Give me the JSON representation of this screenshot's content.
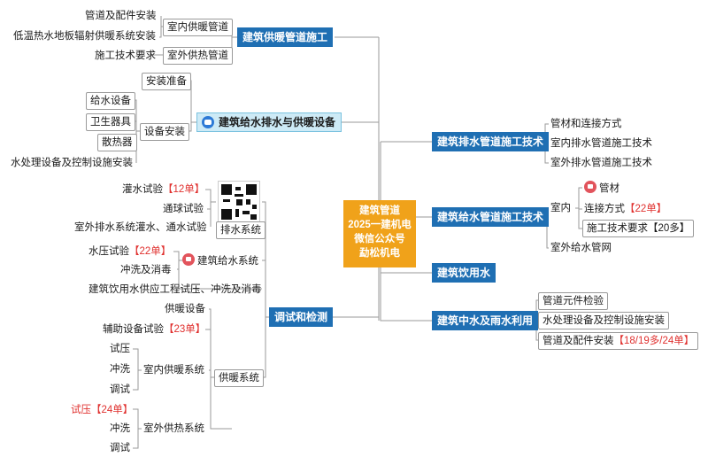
{
  "center": {
    "lines": [
      "建筑管道",
      "2025一建机电",
      "微信公众号",
      "勐松机电"
    ]
  },
  "left": {
    "heating_construction": {
      "title": "建筑供暖管道施工",
      "indoor": "室内供暖管道",
      "outdoor": "室外供热管道",
      "leaf1": "管道及配件安装",
      "leaf2": "低温热水地板辐射供暖系统安装",
      "leaf3": "施工技术要求"
    },
    "water_heating_equipment": {
      "title": "建筑给水排水与供暖设备",
      "prep": "安装准备",
      "equip": "设备安装",
      "item1": "给水设备",
      "item2": "卫生器具",
      "item3": "散热器",
      "item4": "水处理设备及控制设施安装"
    },
    "testing": {
      "title": "调试和检测",
      "drainage": {
        "title": "排水系统",
        "item1": "灌水试验",
        "item1_tag": "【12单】",
        "item2": "通球试验",
        "item3": "室外排水系统灌水、通水试验"
      },
      "supply": {
        "title": "建筑给水系统",
        "item1": "水压试验",
        "item1_tag": "【22单】",
        "item2": "冲洗及消毒",
        "item3": "建筑饮用水供应工程试压、冲洗及消毒"
      },
      "heating": {
        "title": "供暖系统",
        "item1": "供暖设备",
        "item2": "辅助设备试验",
        "item2_tag": "【23单】",
        "indoor": "室内供暖系统",
        "in1": "试压",
        "in2": "冲洗",
        "in3": "调试",
        "outdoor": "室外供热系统",
        "out1": "试压【24单】",
        "out2": "冲洗",
        "out3": "调试"
      }
    }
  },
  "right": {
    "drain_tech": {
      "title": "建筑排水管道施工技术",
      "item1": "管材和连接方式",
      "item2": "室内排水管道施工技术",
      "item3": "室外排水管道施工技术"
    },
    "supply_tech": {
      "title": "建筑给水管道施工技术",
      "indoor": "室内",
      "pipe": "管材",
      "conn": "连接方式",
      "conn_tag": "【22单】",
      "req": "施工技术要求【20多】",
      "outdoor": "室外给水管网"
    },
    "drinking": {
      "title": "建筑饮用水"
    },
    "reclaimed": {
      "title": "建筑中水及雨水利用",
      "item1": "管道元件检验",
      "item2": "水处理设备及控制设施安装",
      "item3": "管道及配件安装",
      "item3_tag": "【18/19多/24单】"
    }
  },
  "colors": {
    "blue": "#1f6fb3",
    "orange": "#f0a21a",
    "red": "#e0312f",
    "light_blue": "#cdeaf6"
  }
}
